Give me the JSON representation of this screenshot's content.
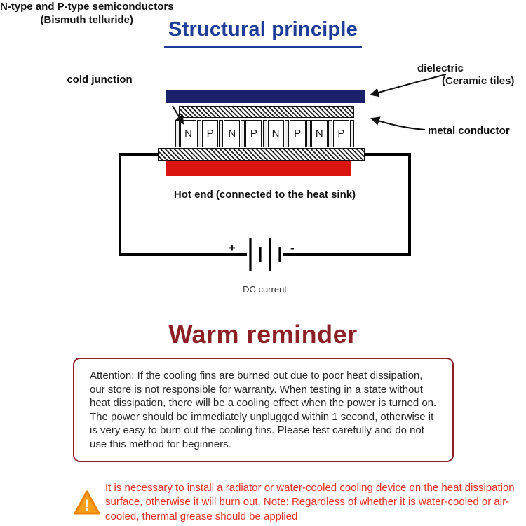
{
  "page": {
    "title": "Structural principle"
  },
  "diagram": {
    "labels": {
      "np_semiconductors_line1": "N-type and P-type semiconductors",
      "np_semiconductors_line2": "(Bismuth telluride)",
      "cold_junction": "cold junction",
      "dielectric_line1": "dielectric",
      "dielectric_line2": "(Ceramic tiles)",
      "metal_conductor": "metal conductor",
      "hot_end": "Hot end (connected to the heat sink)",
      "dc_current": "DC current",
      "battery_plus": "+",
      "battery_minus": "-"
    },
    "semiconductors": {
      "sequence": [
        "N",
        "P",
        "N",
        "P",
        "N",
        "P",
        "N",
        "P"
      ]
    },
    "colors": {
      "cold_plate": "#1b2168",
      "hot_plate": "#da140e",
      "title_blue": "#1e3d98"
    }
  },
  "reminder": {
    "title": "Warm reminder",
    "body": "Attention: If the cooling fins are burned out due to poor heat dissipation, our store is not responsible for warranty. When testing in a state without heat dissipation, there will be a cooling effect when the power is turned on. The power should be immediately unplugged within 1 second, otherwise it is very easy to burn out the cooling fins. Please test carefully and do not use this method for beginners.",
    "border_color": "#8d2026"
  },
  "warning": {
    "exclamation": "!",
    "text": "It is necessary to install a radiator or water-cooled cooling device on the heat dissipation surface, otherwise it will burn out. Note: Regardless of whether it is water-cooled or air-cooled, thermal grease should be applied",
    "text_color": "#e53022",
    "icon_color": "#f8a01c"
  }
}
